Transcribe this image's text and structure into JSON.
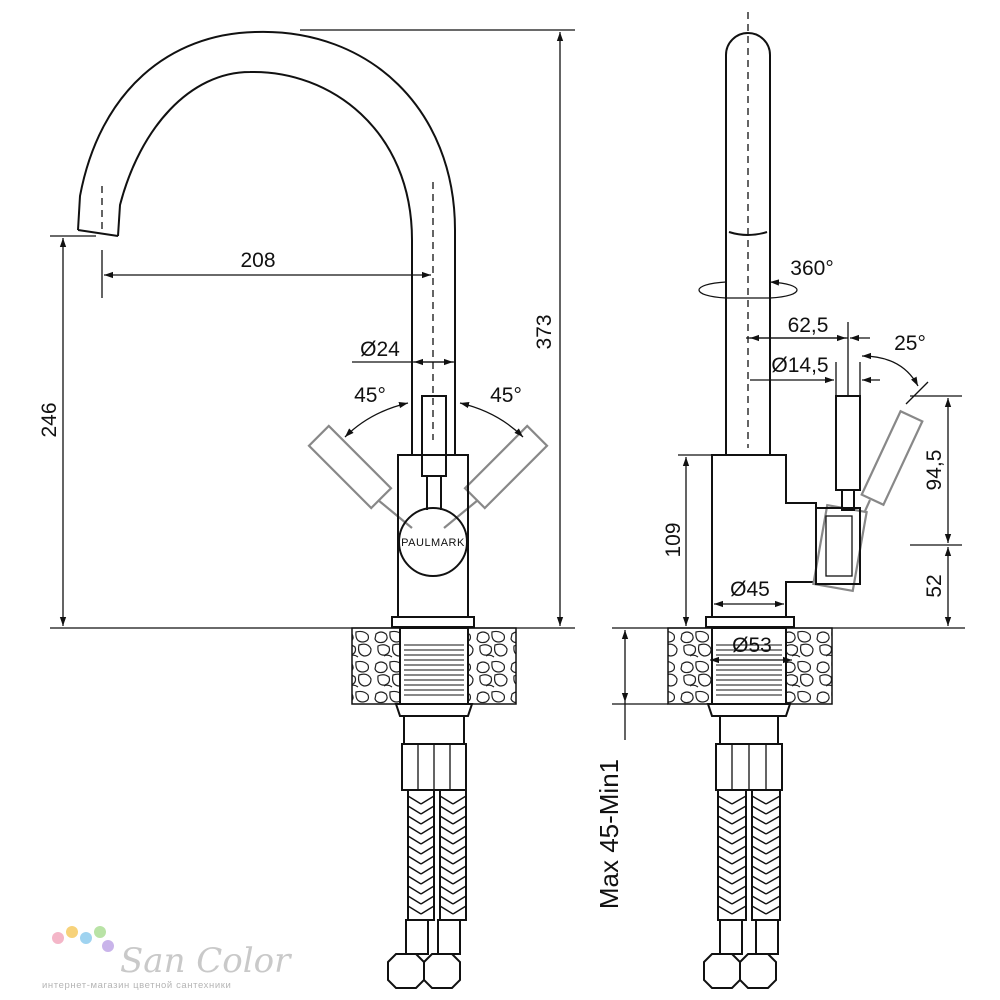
{
  "drawing": {
    "brand_on_handle": "PAULMARK",
    "front_view": {
      "spout_reach": "208",
      "total_height": "373",
      "spout_height": "246",
      "spout_diameter": "Ø24",
      "handle_angle_left": "45°",
      "handle_angle_right": "45°"
    },
    "side_view": {
      "rotation": "360°",
      "handle_offset": "62,5",
      "handle_diameter": "Ø14,5",
      "handle_tilt": "25°",
      "handle_height": "94,5",
      "handle_base_height": "52",
      "body_height": "109",
      "body_diameter": "Ø45",
      "base_diameter": "Ø53",
      "countertop_thickness": "Max 45-Min1"
    }
  },
  "watermark": {
    "name": "San Color",
    "tagline": "интернет-магазин цветной сантехники",
    "dot_colors": [
      "#f4b6c8",
      "#f7d27a",
      "#9fd3f0",
      "#b9e3a6",
      "#c9b4ea"
    ]
  }
}
